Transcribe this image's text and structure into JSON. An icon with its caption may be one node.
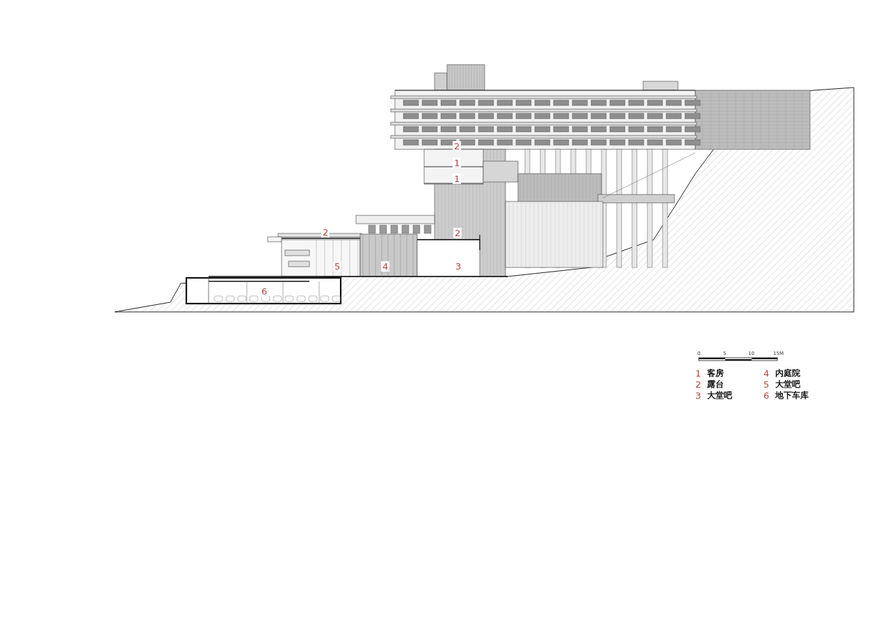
{
  "diagram": {
    "labels": [
      "2",
      "1",
      "1",
      "2",
      "2",
      "5",
      "4",
      "3",
      "6",
      "0",
      "5",
      "10",
      "15M",
      "1",
      "客房",
      "4",
      "内庭院",
      "2",
      "露台",
      "5",
      "大堂吧",
      "3",
      "大堂吧",
      "6",
      "地下车库"
    ]
  }
}
